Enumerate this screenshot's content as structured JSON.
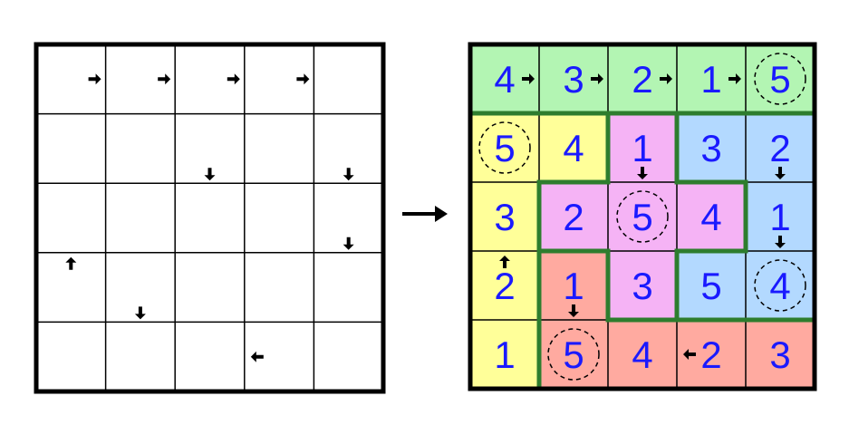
{
  "colors": {
    "background": "#ffffff",
    "grid_line": "#000000",
    "arrow": "#000000",
    "digit": "#1a1aff",
    "region_border": "#2e7d2e",
    "region_a": "#b3f5b3",
    "region_b": "#ffff99",
    "region_c": "#f5b3f5",
    "region_d": "#b3d9ff",
    "region_e": "#ffaaa0",
    "circle": "#000000"
  },
  "puzzle": {
    "rows": 5,
    "cols": 5,
    "arrows": [
      {
        "row": 0,
        "col": 0,
        "dir": "right",
        "pos": "right"
      },
      {
        "row": 0,
        "col": 1,
        "dir": "right",
        "pos": "right"
      },
      {
        "row": 0,
        "col": 2,
        "dir": "right",
        "pos": "right"
      },
      {
        "row": 0,
        "col": 3,
        "dir": "right",
        "pos": "right"
      },
      {
        "row": 1,
        "col": 2,
        "dir": "down",
        "pos": "bottom"
      },
      {
        "row": 1,
        "col": 4,
        "dir": "down",
        "pos": "bottom"
      },
      {
        "row": 2,
        "col": 4,
        "dir": "down",
        "pos": "bottom"
      },
      {
        "row": 3,
        "col": 0,
        "dir": "up",
        "pos": "top"
      },
      {
        "row": 3,
        "col": 1,
        "dir": "down",
        "pos": "bottom"
      },
      {
        "row": 4,
        "col": 3,
        "dir": "left",
        "pos": "left"
      }
    ]
  },
  "transition_arrow": {
    "icon": "right-arrow-icon"
  },
  "solution": {
    "digits": [
      [
        "4",
        "3",
        "2",
        "1",
        "5"
      ],
      [
        "5",
        "4",
        "1",
        "3",
        "2"
      ],
      [
        "3",
        "2",
        "5",
        "4",
        "1"
      ],
      [
        "2",
        "1",
        "3",
        "5",
        "4"
      ],
      [
        "1",
        "5",
        "4",
        "2",
        "3"
      ]
    ],
    "regions": [
      [
        "a",
        "a",
        "a",
        "a",
        "a"
      ],
      [
        "b",
        "b",
        "c",
        "d",
        "d"
      ],
      [
        "b",
        "c",
        "c",
        "c",
        "d"
      ],
      [
        "b",
        "e",
        "c",
        "d",
        "d"
      ],
      [
        "b",
        "e",
        "e",
        "e",
        "e"
      ]
    ],
    "circled": [
      {
        "row": 0,
        "col": 4
      },
      {
        "row": 1,
        "col": 0
      },
      {
        "row": 2,
        "col": 2
      },
      {
        "row": 3,
        "col": 4
      },
      {
        "row": 4,
        "col": 1
      }
    ]
  }
}
